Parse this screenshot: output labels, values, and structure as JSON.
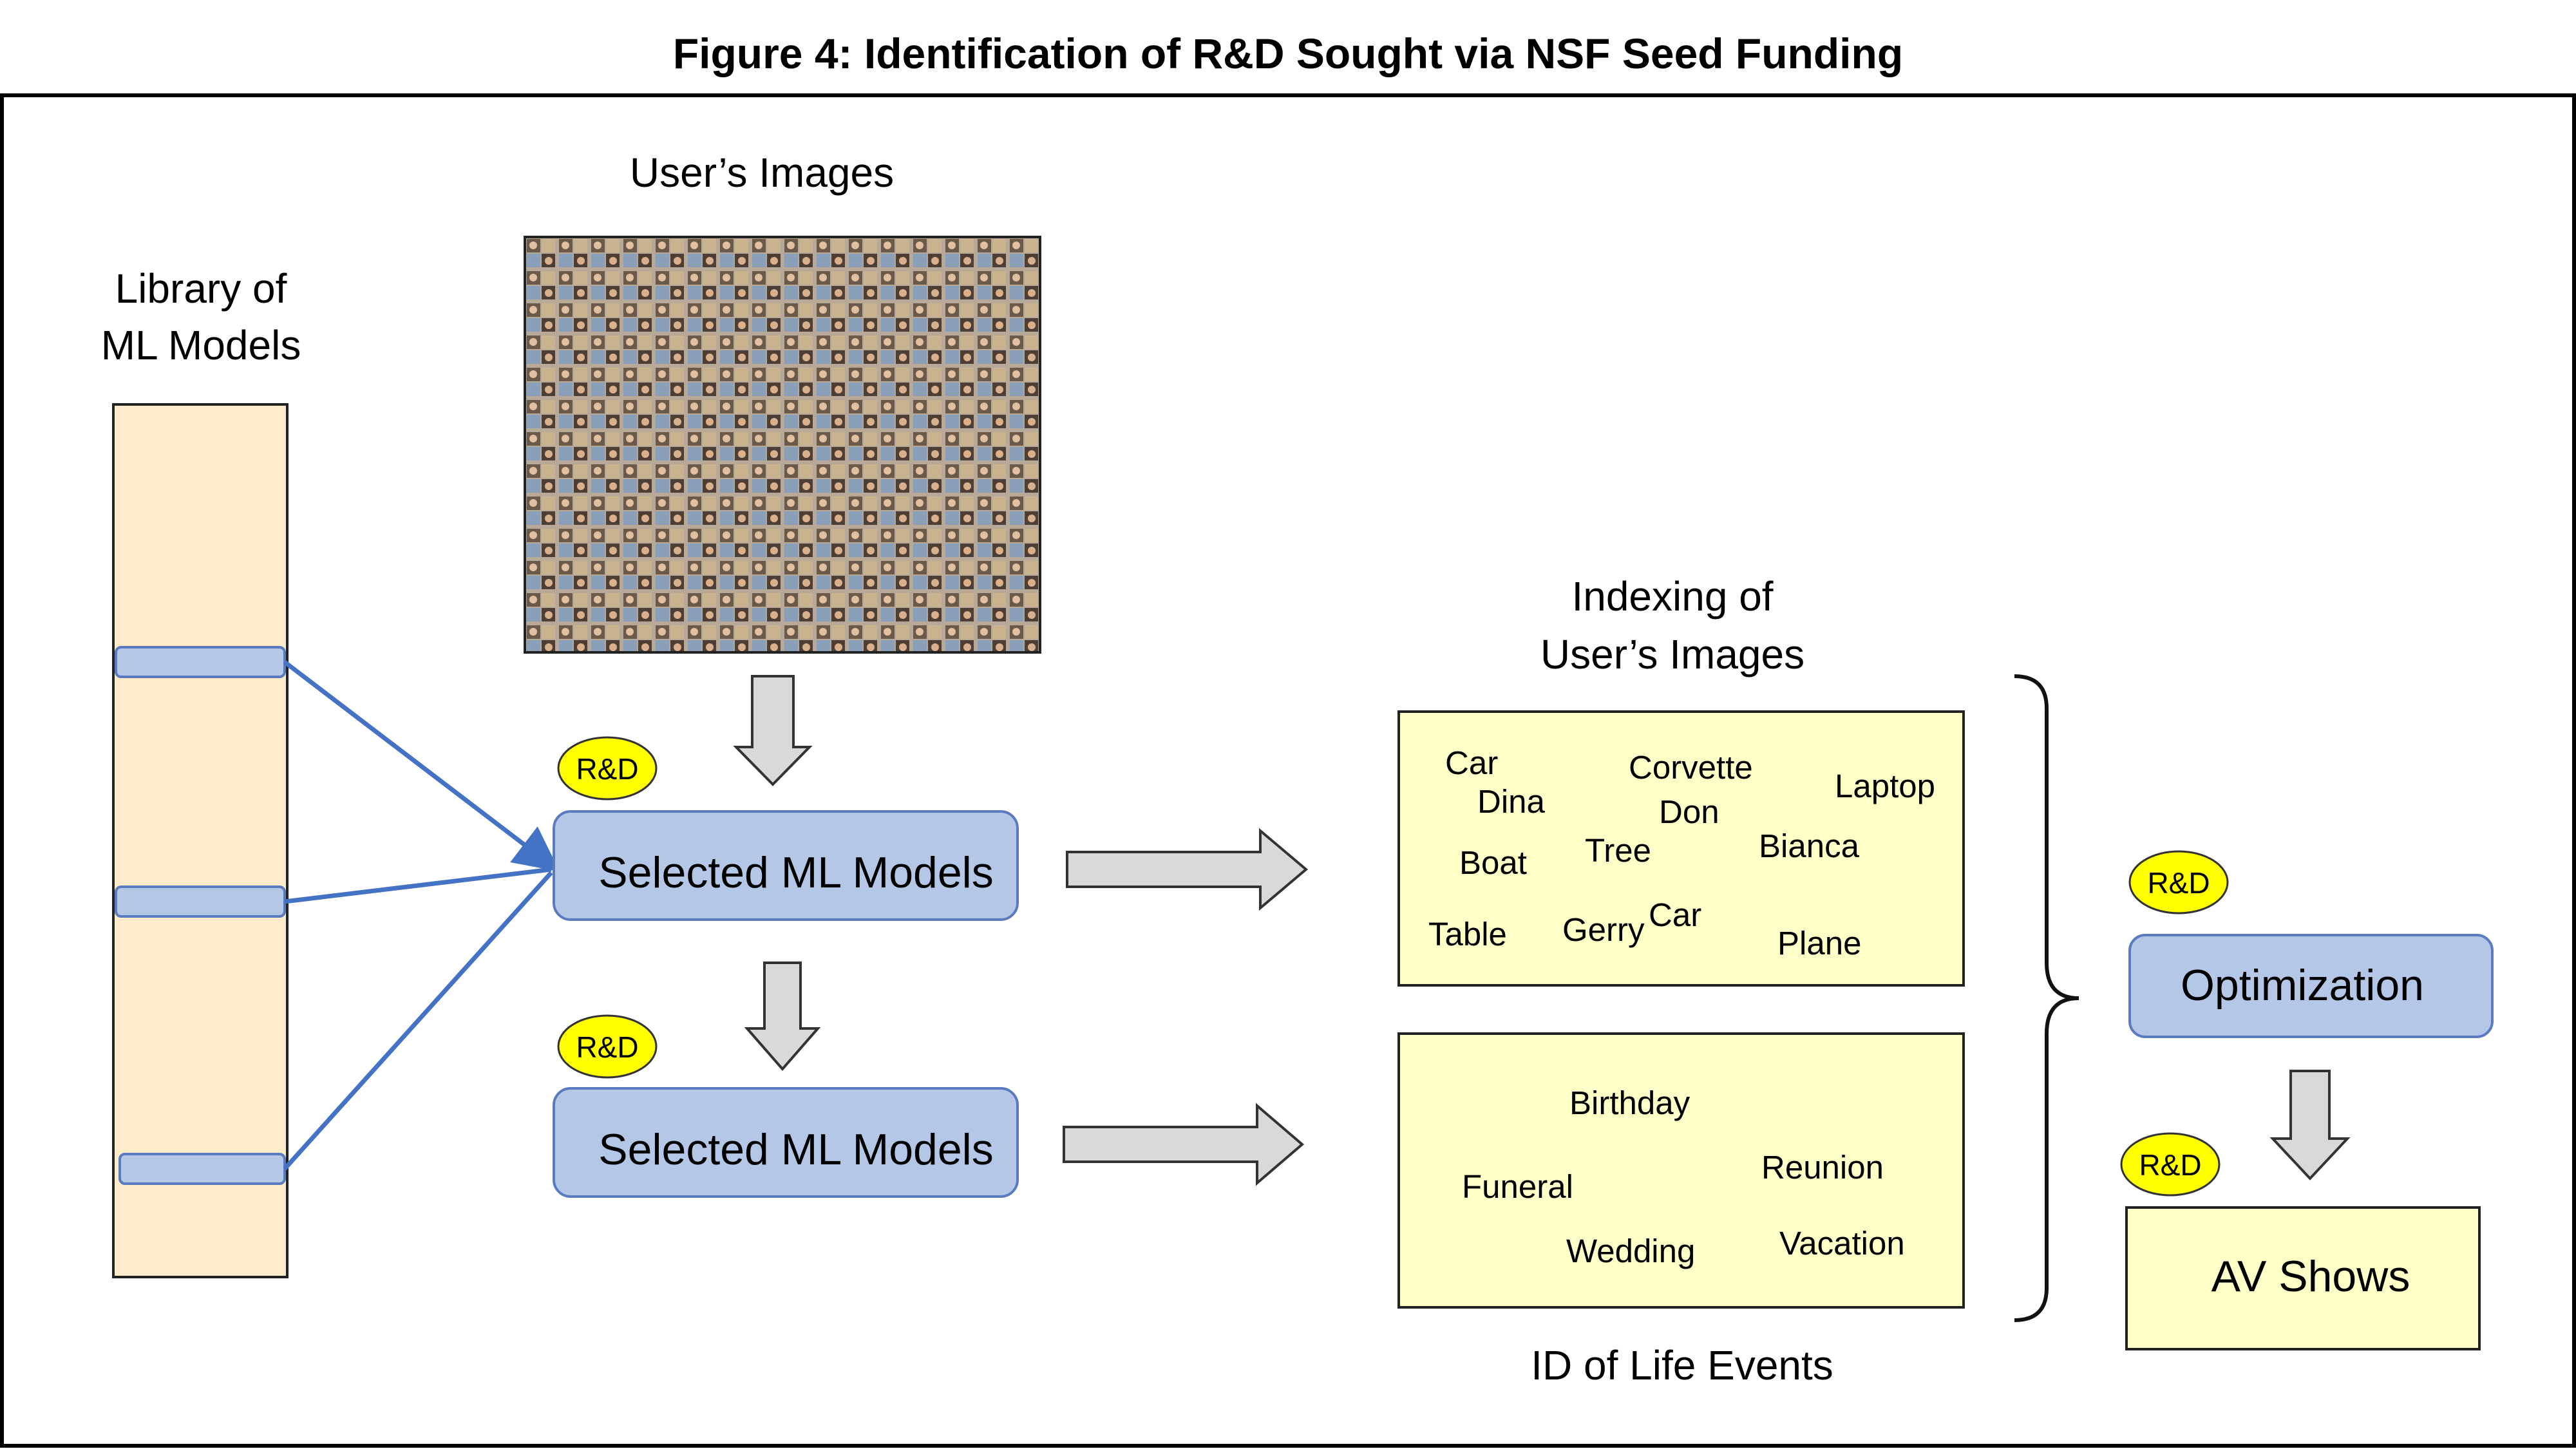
{
  "figure_title": "Figure 4: Identification of R&D Sought via NSF Seed Funding",
  "library": {
    "label_line1": "Library of",
    "label_line2": "ML Models"
  },
  "users_images": {
    "label": "User’s Images"
  },
  "models": {
    "top_label": "Selected ML Models",
    "bottom_label": "Selected ML Models"
  },
  "indexing": {
    "label_line1": "Indexing of",
    "label_line2": "User’s Images",
    "words": [
      "Car",
      "Dina",
      "Corvette",
      "Don",
      "Laptop",
      "Boat",
      "Tree",
      "Bianca",
      "Table",
      "Gerry",
      "Car",
      "Plane"
    ]
  },
  "life_events": {
    "label": "ID of Life Events",
    "words": [
      "Birthday",
      "Funeral",
      "Reunion",
      "Wedding",
      "Vacation"
    ]
  },
  "optimization": {
    "label": "Optimization"
  },
  "av_shows": {
    "label": "AV Shows"
  },
  "rd_badge": "R&D",
  "colors": {
    "library_fill": "#fdebc9",
    "model_fill": "#b4c7e7",
    "model_stroke": "#5b7bc0",
    "yellow_box": "#ffffc8",
    "badge": "#ffff00",
    "link_line": "#4472c4",
    "arrow_fill": "#d9d9d9"
  }
}
